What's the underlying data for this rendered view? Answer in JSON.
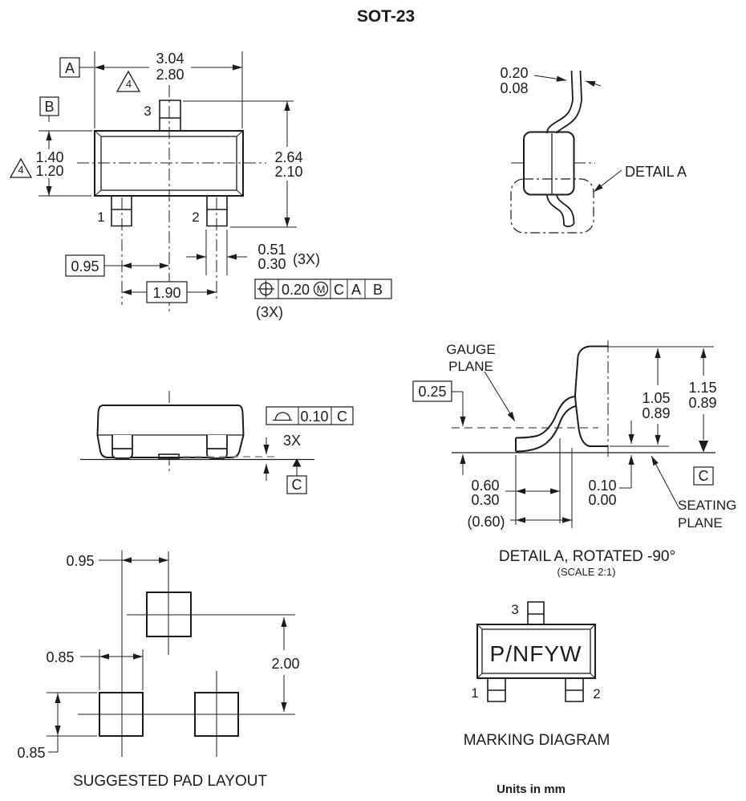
{
  "title": "SOT-23",
  "footer": "Units in mm",
  "colors": {
    "line": "#1c1c1c",
    "hatch": "#c4c4c4"
  },
  "top_view": {
    "datum_a": "A",
    "datum_b": "B",
    "note4": "4",
    "width_max": "3.04",
    "width_min": "2.80",
    "body_max": "1.40",
    "body_min": "1.20",
    "height_max": "2.64",
    "height_min": "2.10",
    "pin1": "1",
    "pin2": "2",
    "pin3": "3",
    "pitch": "0.95",
    "span": "1.90",
    "lead_w_max": "0.51",
    "lead_w_min": "0.30",
    "lead_w_qty": "(3X)",
    "fcf": {
      "tol": "0.20",
      "mod": "M",
      "d1": "C",
      "d2": "A",
      "d3": "B",
      "qty": "(3X)"
    }
  },
  "detail_a": {
    "t_max": "0.20",
    "t_min": "0.08",
    "label": "DETAIL A"
  },
  "side_view": {
    "fcf_tol": "0.10",
    "fcf_datum": "C",
    "qty": "3X",
    "datum_c": "C"
  },
  "detail_a_rot": {
    "gauge1": "GAUGE",
    "gauge2": "PLANE",
    "gauge_offset": "0.25",
    "h1_max": "1.05",
    "h1_min": "0.89",
    "h2_max": "1.15",
    "h2_min": "0.89",
    "foot_max": "0.60",
    "foot_min": "0.30",
    "foot_ref": "(0.60)",
    "standoff_max": "0.10",
    "standoff_min": "0.00",
    "seating1": "SEATING",
    "seating2": "PLANE",
    "datum_c": "C",
    "caption": "DETAIL A, ROTATED -90°",
    "scale": "(SCALE 2:1)"
  },
  "pad_layout": {
    "pitch": "0.95",
    "pad_w": "0.85",
    "row_gap": "2.00",
    "pad_h": "0.85",
    "caption": "SUGGESTED PAD LAYOUT"
  },
  "marking": {
    "pin1": "1",
    "pin2": "2",
    "pin3": "3",
    "code": "P/NFYW",
    "caption": "MARKING DIAGRAM"
  }
}
